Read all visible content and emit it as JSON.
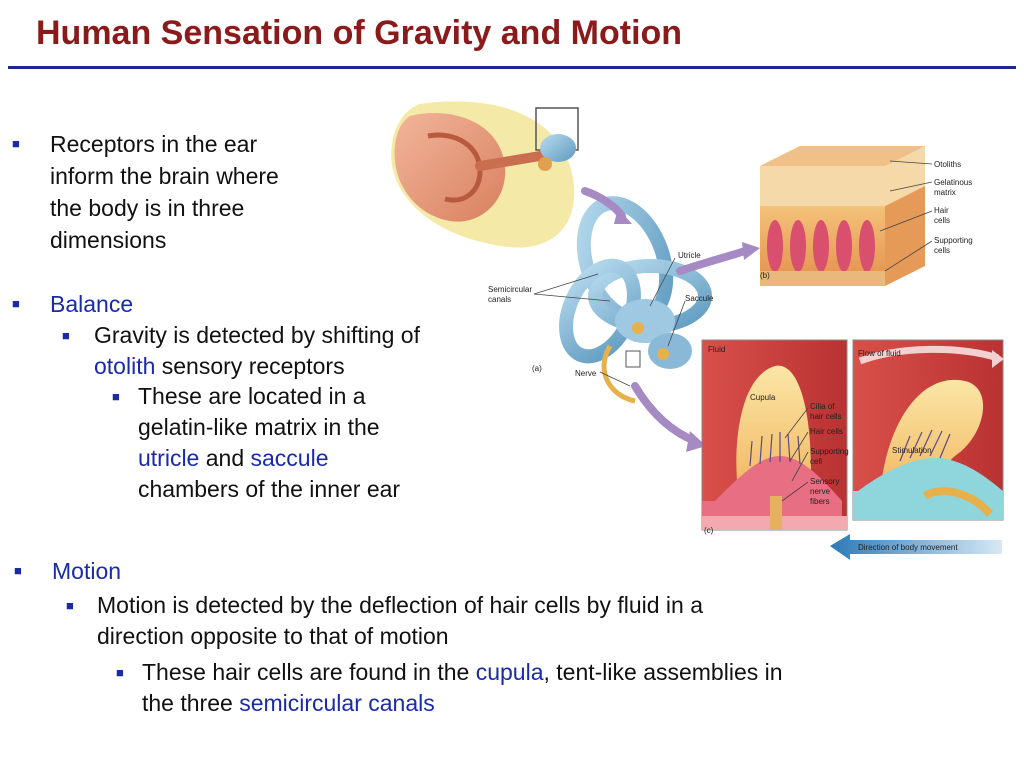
{
  "title": "Human Sensation of Gravity and Motion",
  "bullets": {
    "receptors": [
      "Receptors in the ear",
      "inform the brain where",
      "the body is in three",
      "dimensions"
    ],
    "balance": {
      "heading": "Balance",
      "gravity": {
        "line1": "Gravity is detected by shifting of",
        "term": "otolith",
        "line2_rest": " sensory receptors"
      },
      "located": {
        "line1": "These are located in a",
        "line2": "gelatin-like matrix in the",
        "term1": "utricle",
        "and": " and ",
        "term2": "saccule",
        "line4": "chambers of the inner ear"
      }
    },
    "motion": {
      "heading": "Motion",
      "deflection": {
        "line1": "Motion is detected by the deflection of hair cells by fluid in  a",
        "line2": "direction opposite to that of motion"
      },
      "cupula": {
        "prefix": "These hair cells are found in the ",
        "term1": "cupula",
        "middle": ", tent-like assemblies in",
        "prefix2": "the three ",
        "term2": "semicircular canals"
      }
    }
  },
  "figure": {
    "labels": {
      "otoliths": "Otoliths",
      "gelatinous1": "Gelatinous",
      "gelatinous2": "matrix",
      "hair1": "Hair",
      "hair2": "cells",
      "supporting1": "Supporting",
      "supporting2": "cells",
      "panel_b": "(b)",
      "semicircular1": "Semicircular",
      "semicircular2": "canals",
      "utricle": "Utricle",
      "saccule": "Saccule",
      "nerve": "Nerve",
      "panel_a": "(a)",
      "fluid": "Fluid",
      "cupula": "Cupula",
      "cilia1": "Cilia of",
      "cilia2": "hair cells",
      "hair_cells": "Hair cells",
      "support_c1": "Supporting",
      "support_c2": "cell",
      "sensory1": "Sensory",
      "sensory2": "nerve",
      "sensory3": "fibers",
      "flow": "Flow of fluid",
      "stimulation": "Stimulation",
      "panel_c": "(c)",
      "direction": "Direction of body movement"
    }
  },
  "colors": {
    "title": "#8b1a1a",
    "rule": "#1a2a8a",
    "highlight": "#1a2aa8"
  }
}
